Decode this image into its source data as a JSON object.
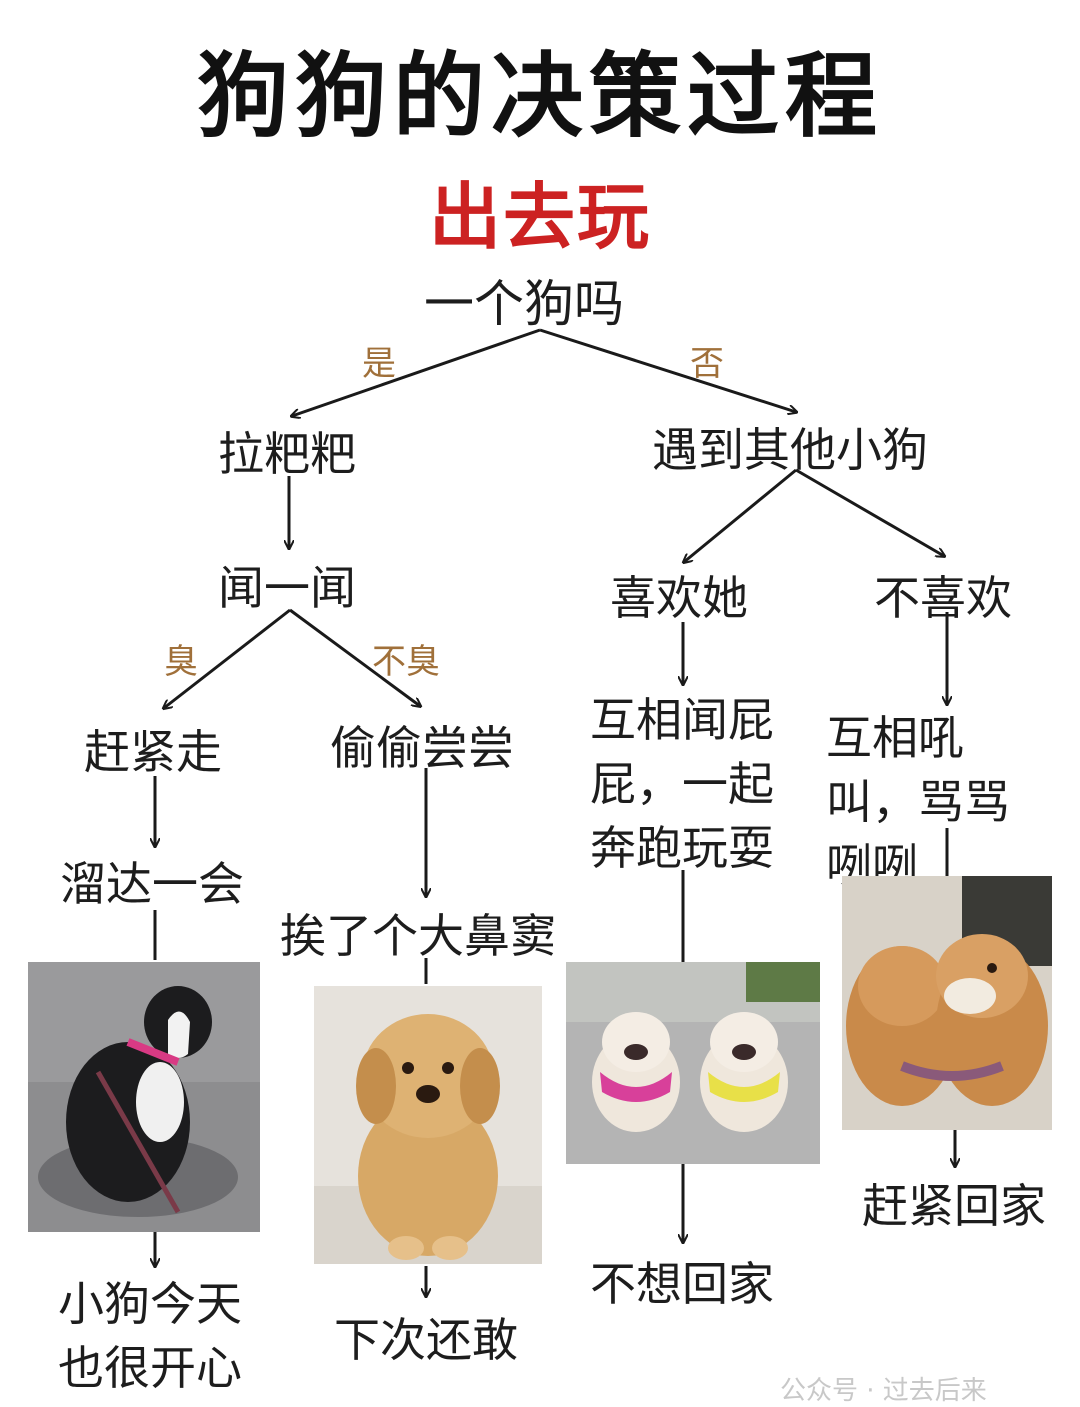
{
  "title": "狗狗的决策过程",
  "subtitle": "出去玩",
  "nodes": {
    "root": "一个狗吗",
    "poop": "拉粑粑",
    "meet": "遇到其他小狗",
    "sniff": "闻一闻",
    "like": "喜欢她",
    "dislike": "不喜欢",
    "leave": "赶紧走",
    "taste": "偷偷尝尝",
    "mutual_sniff": "互相闻屁屁，一起奔跑玩耍",
    "bark": "互相吼叫，骂骂咧咧",
    "stroll": "溜达一会",
    "smack": "挨了个大鼻窦",
    "happy": "小狗今天也很开心",
    "again": "下次还敢",
    "no_home": "不想回家",
    "go_home": "赶紧回家"
  },
  "edges": {
    "yes": "是",
    "no": "否",
    "smelly": "臭",
    "not_smelly": "不臭"
  },
  "photos": {
    "border_collie": "border-collie-photo",
    "golden_puppy": "golden-puppy-photo",
    "french_bulldogs": "french-bulldogs-photo",
    "shiba_inus": "shiba-inus-photo"
  },
  "watermark": "公众号 · 过去后来"
}
